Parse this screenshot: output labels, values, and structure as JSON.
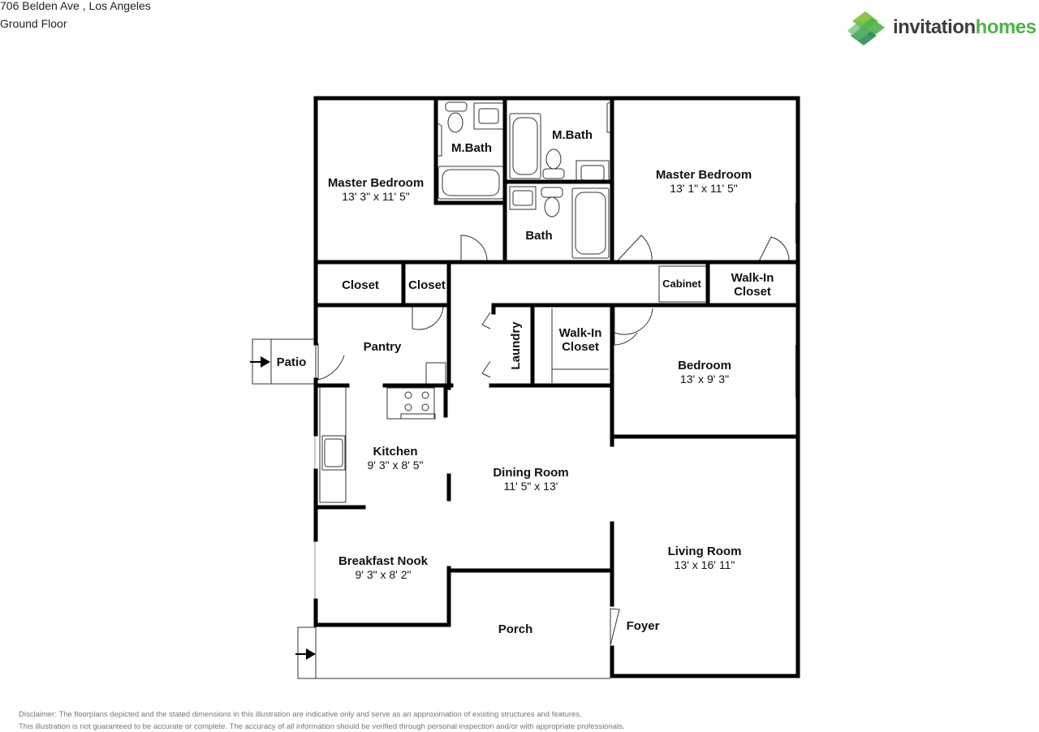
{
  "header": {
    "address": "706 Belden Ave , Los Angeles",
    "floor": "Ground Floor"
  },
  "logo": {
    "part1": "invitation",
    "part2": "homes",
    "colors": {
      "text": "#3a3f3d",
      "accent": "#4fb24a",
      "dark_green": "#2e8b57",
      "light_green": "#8bc34a"
    }
  },
  "rooms": {
    "master_bedroom_left": {
      "name": "Master Bedroom",
      "dims": "13' 3\" x 11' 5\""
    },
    "mbath_left": {
      "name": "M.Bath"
    },
    "mbath_right": {
      "name": "M.Bath"
    },
    "master_bedroom_right": {
      "name": "Master Bedroom",
      "dims": "13' 1\" x 11' 5\""
    },
    "bath": {
      "name": "Bath"
    },
    "closet1": {
      "name": "Closet"
    },
    "closet2": {
      "name": "Closet"
    },
    "cabinet": {
      "name": "Cabinet"
    },
    "walkin_closet_top": {
      "name_line1": "Walk-In",
      "name_line2": "Closet"
    },
    "pantry": {
      "name": "Pantry"
    },
    "patio": {
      "name": "Patio"
    },
    "laundry": {
      "name": "Laundry"
    },
    "walkin_closet_mid": {
      "name_line1": "Walk-In",
      "name_line2": "Closet"
    },
    "bedroom": {
      "name": "Bedroom",
      "dims": "13' x 9' 3\""
    },
    "kitchen": {
      "name": "Kitchen",
      "dims": "9' 3\" x 8' 5\""
    },
    "dining_room": {
      "name": "Dining Room",
      "dims": "11' 5\" x 13'"
    },
    "living_room": {
      "name": "Living Room",
      "dims": "13' x 16' 11\""
    },
    "breakfast_nook": {
      "name": "Breakfast Nook",
      "dims": "9' 3\" x 8' 2\""
    },
    "porch": {
      "name": "Porch"
    },
    "foyer": {
      "name": "Foyer"
    }
  },
  "disclaimer": {
    "line1": "Disclaimer: The floorplans depicted and the stated dimensions in this illustration are indicative only and serve as an approximation of existing structures and features.",
    "line2": "This illustration is not guaranteed to be accurate or complete. The accuracy of all information should be verified through personal inspection and/or with appropriate professionals."
  }
}
